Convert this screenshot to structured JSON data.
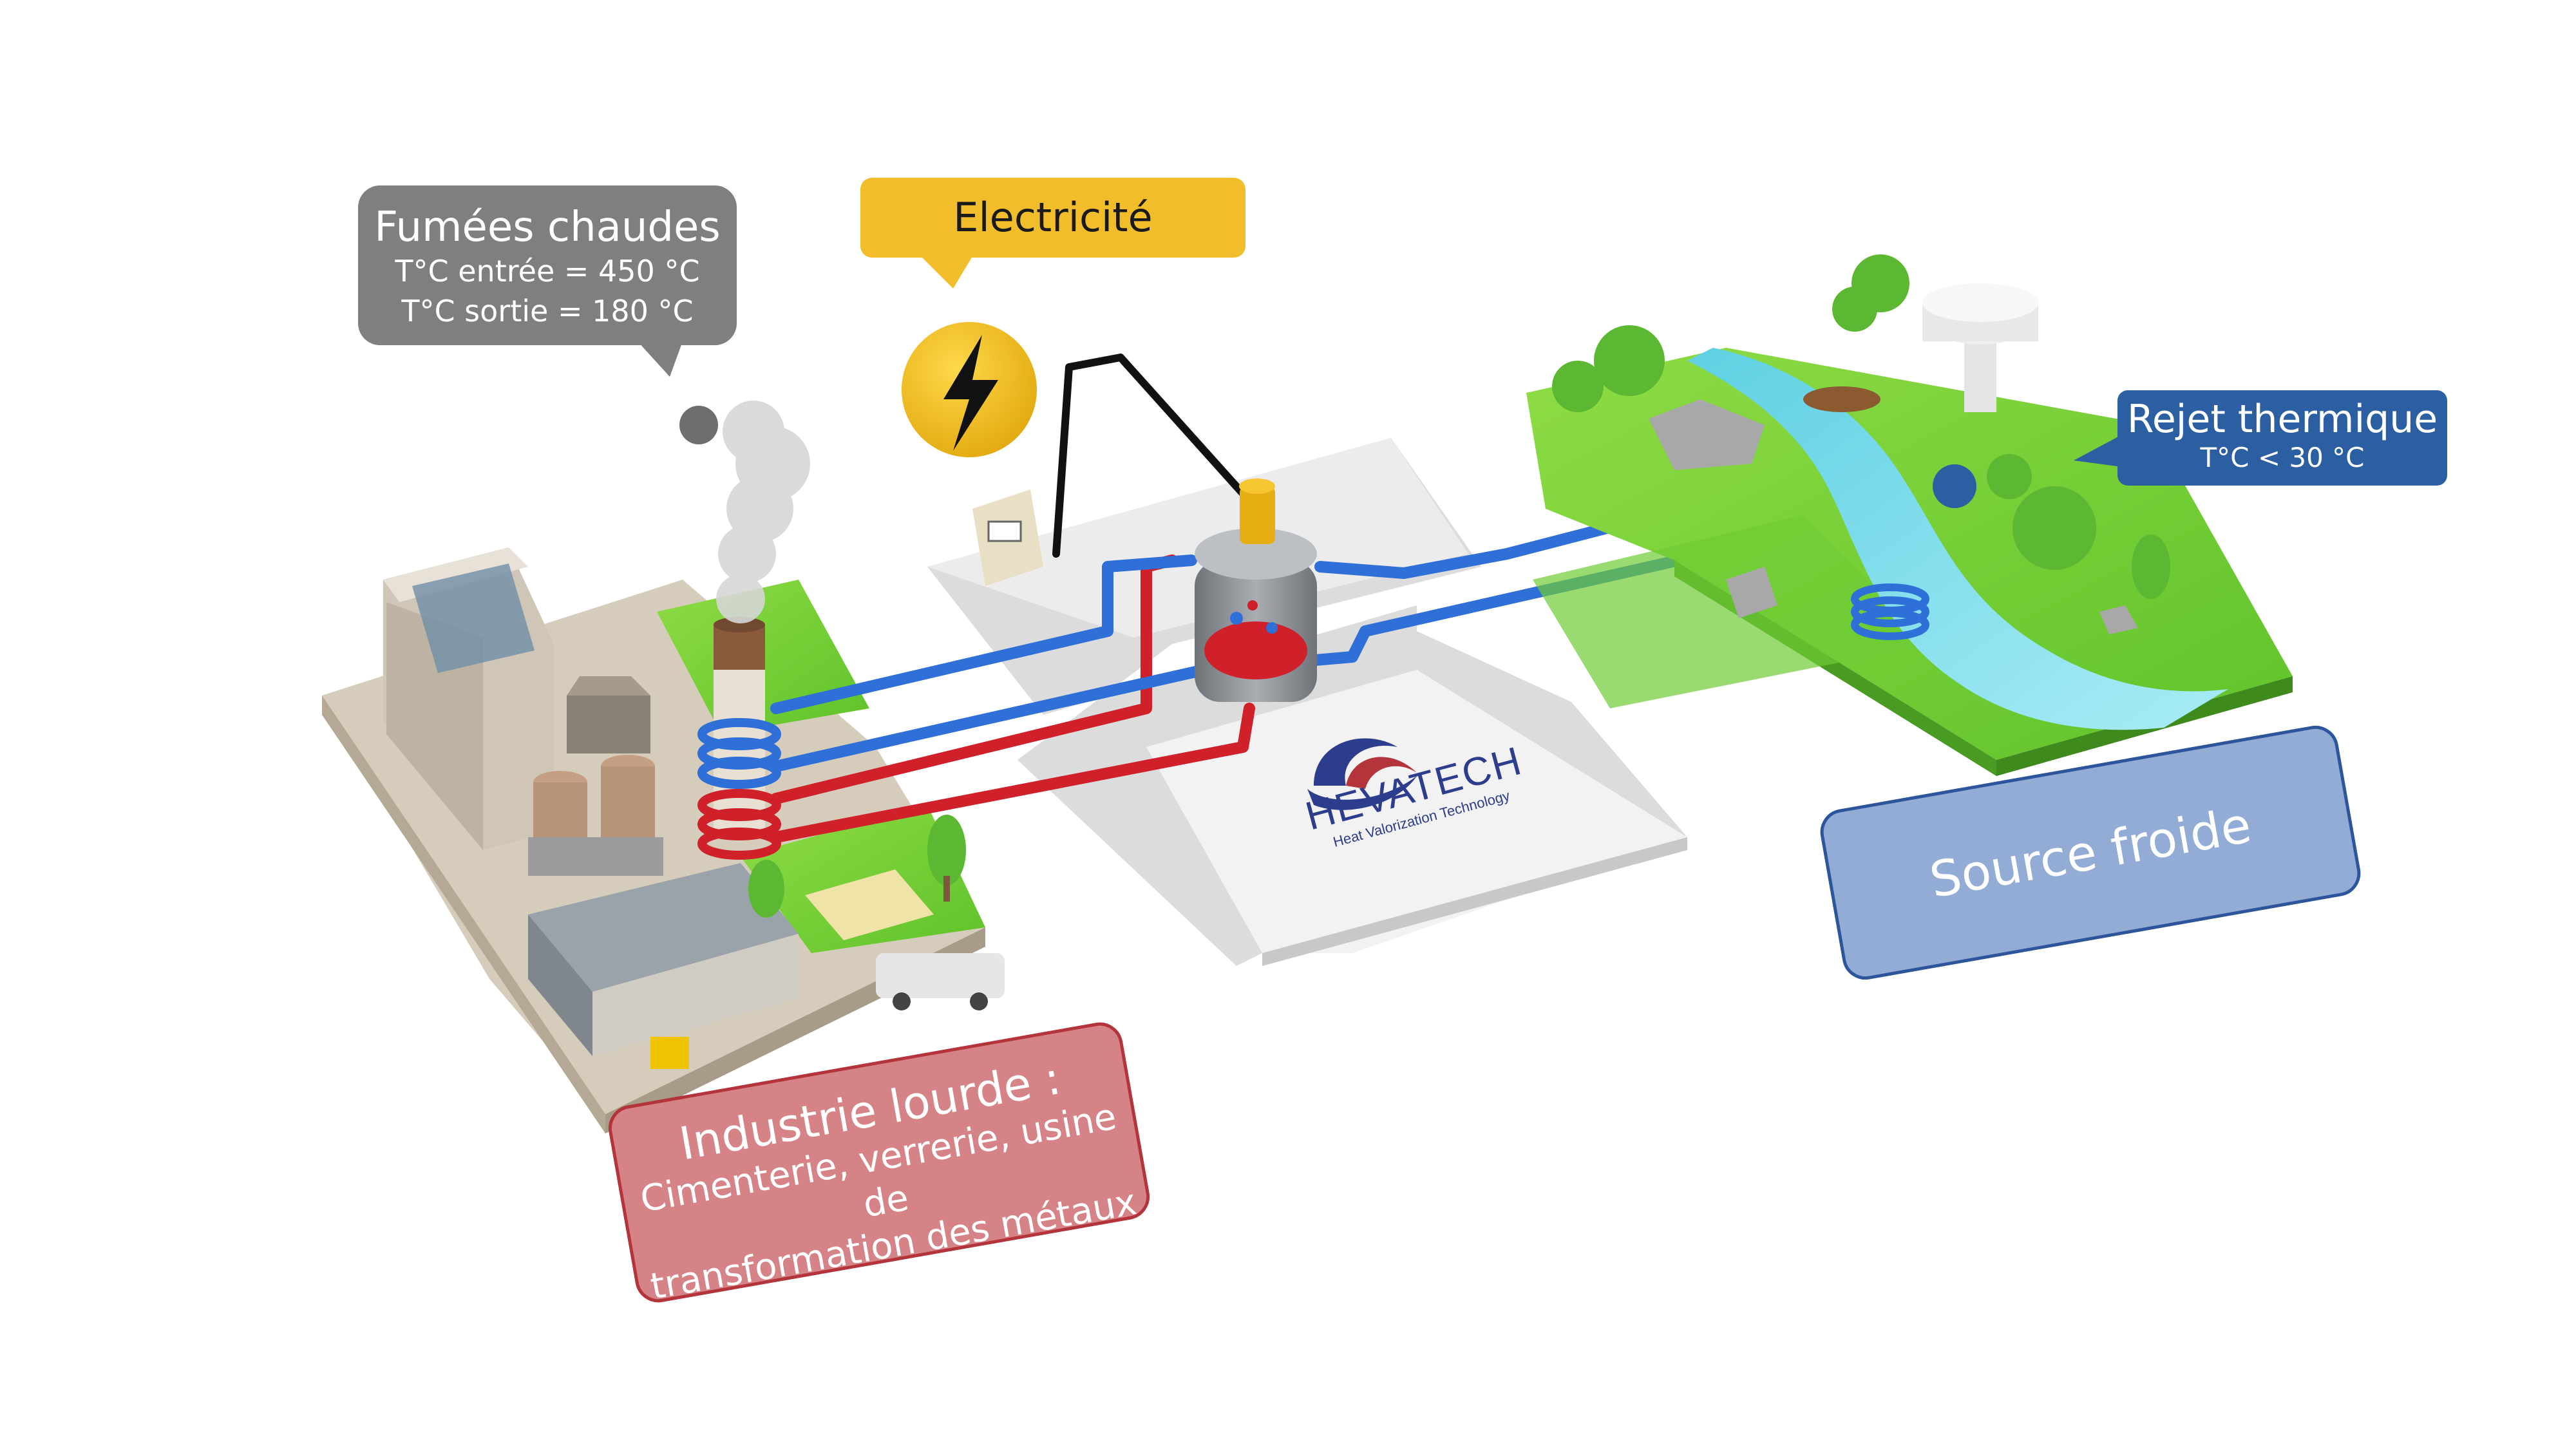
{
  "callouts": {
    "fumees": {
      "title": "Fumées chaudes",
      "line1": "T°C entrée = 450 °C",
      "line2": "T°C sortie = 180 °C"
    },
    "electricite": {
      "title": "Electricité"
    },
    "rejet": {
      "title": "Rejet thermique",
      "line1": "T°C < 30 °C"
    },
    "source": {
      "title": "Source froide naturelle"
    },
    "industrie": {
      "title": "Industrie lourde :",
      "line1": "Cimenterie, verrerie, usine de",
      "line2": "transformation des métaux …"
    }
  },
  "logo": {
    "name": "HEVATECH",
    "tagline": "Heat Valorization Technology"
  },
  "colors": {
    "hot_pipe": "#d0202a",
    "cold_pipe": "#2e6fd8",
    "grass": "#7ed03a",
    "river": "#7fd8e8",
    "ground": "#d8cfc0",
    "platform": "#eeeeee"
  },
  "icons": {
    "electricity": "lightning-bolt-icon",
    "smoke": "smoke-cloud-icon",
    "inlet_marker": "gray-dot-marker",
    "outlet_marker": "blue-dot-marker"
  }
}
